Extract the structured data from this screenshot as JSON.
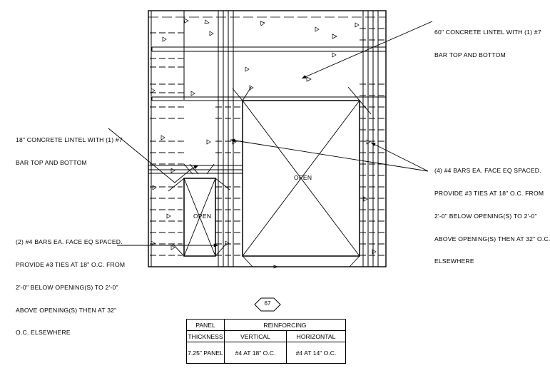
{
  "notes": {
    "lintel_60": [
      "60\" CONCRETE LINTEL WITH (1) #7",
      "BAR TOP AND BOTTOM"
    ],
    "lintel_18": [
      "18\" CONCRETE LINTEL WITH (1) #7",
      "BAR TOP AND BOTTOM"
    ],
    "bars_4": [
      "(4) #4 BARS EA. FACE EQ SPACED.",
      "PROVIDE #3 TIES AT 18\" O.C. FROM",
      "2'-0\" BELOW OPENING(S) TO 2'-0\"",
      "ABOVE OPENING(S) THEN AT 32\" O.C.",
      "ELSEWHERE"
    ],
    "bars_2": [
      "(2) #4 BARS EA. FACE EQ SPACED.",
      "PROVIDE #3 TIES AT 18\" O.C. FROM",
      "2'-0\" BELOW OPENING(S) TO 2'-0\"",
      "ABOVE OPENING(S) THEN AT 32\"",
      "O.C. ELSEWHERE"
    ]
  },
  "openings": {
    "large": "OPEN",
    "small": "OPEN"
  },
  "detail_marker": "67",
  "table": {
    "panel": "PANEL",
    "reinforcing": "REINFORCING",
    "thickness": "THICKNESS",
    "vertical": "VERTICAL",
    "horizontal": "HORIZONTAL",
    "row_label": "7.25\" PANEL",
    "row_vertical": "#4 AT 18\" O.C.",
    "row_horizontal": "#4 AT 14\" O.C."
  }
}
